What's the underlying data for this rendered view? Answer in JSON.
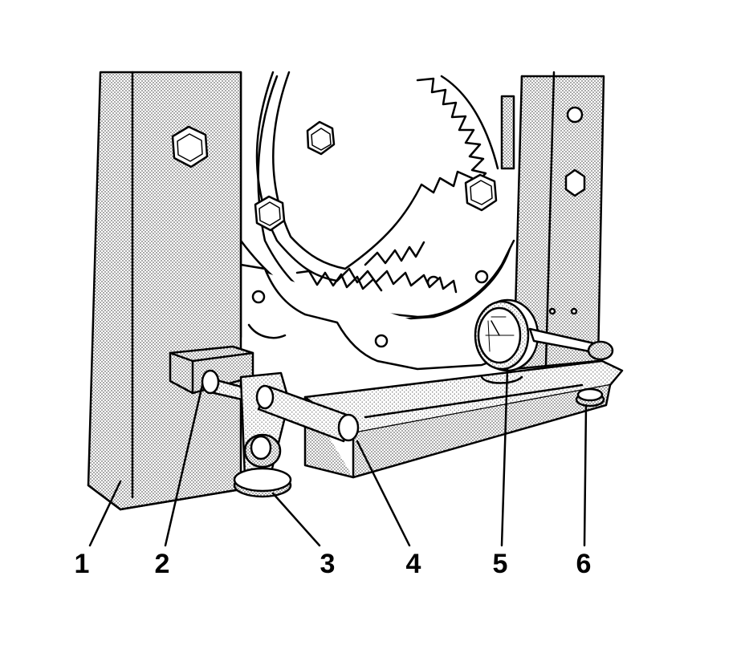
{
  "callouts": [
    {
      "id": "1",
      "label": "1"
    },
    {
      "id": "2",
      "label": "2"
    },
    {
      "id": "3",
      "label": "3"
    },
    {
      "id": "4",
      "label": "4"
    },
    {
      "id": "5",
      "label": "5"
    },
    {
      "id": "6",
      "label": "6"
    }
  ],
  "colors": {
    "ink": "#000000",
    "paper": "#ffffff",
    "stipple": "#b8b8b8"
  }
}
